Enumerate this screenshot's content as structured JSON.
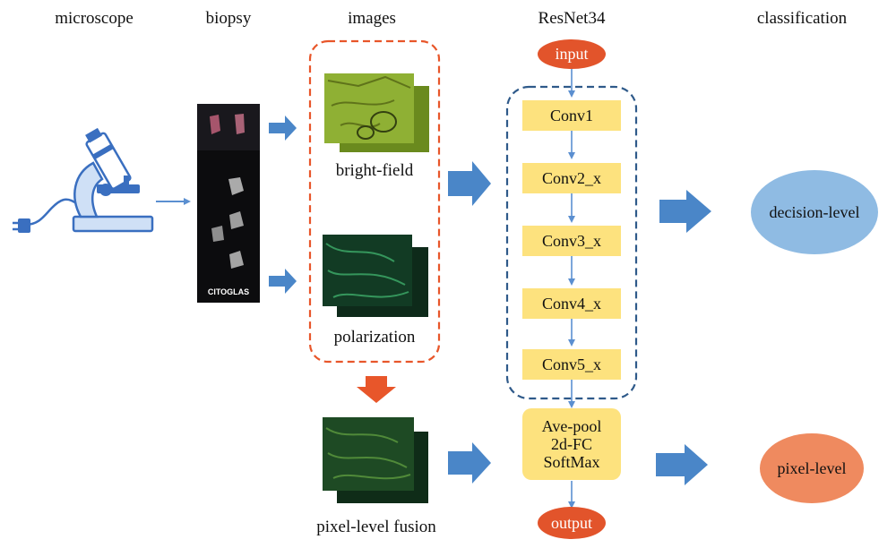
{
  "columns": {
    "microscope": "microscope",
    "biopsy": "biopsy",
    "images": "images",
    "resnet": "ResNet34",
    "classification": "classification"
  },
  "slide_label": "CITOGLAS",
  "image_labels": {
    "bright_field": "bright-field",
    "polarization": "polarization",
    "fusion": "pixel-level fusion"
  },
  "network": {
    "input": "input",
    "output": "output",
    "layers": [
      "Conv1",
      "Conv2_x",
      "Conv3_x",
      "Conv4_x",
      "Conv5_x"
    ],
    "head": [
      "Ave-pool",
      "2d-FC",
      "SoftMax"
    ]
  },
  "outputs": {
    "decision": "decision-level",
    "pixel": "pixel-level"
  },
  "colors": {
    "arrow_blue": "#4a86c8",
    "thin_arrow": "#5b8fd0",
    "dashed_orange": "#e8562a",
    "dashed_blue": "#2f5a8a",
    "layer_fill": "#fde27e",
    "oval_red": "#e2542b",
    "decision_fill": "#8fbbe3",
    "pixel_fill": "#ef8a5f"
  }
}
